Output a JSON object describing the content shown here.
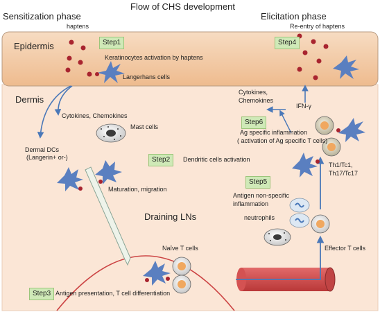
{
  "title": "Flow of CHS development",
  "phases": {
    "sensitization": "Sensitization phase",
    "elicitation": "Elicitation phase"
  },
  "layers": {
    "epidermis": "Epidermis",
    "dermis": "Dermis",
    "draining_lns": "Draining LNs"
  },
  "labels": {
    "haptens": "haptens",
    "reentry": "Re-entry of haptens",
    "keratinocytes": "Keratinocytes activation  by haptens",
    "langerhans": "Langerhans cells",
    "cytokines_chemokines": "Cytokines, Chemokines",
    "mast_cells": "Mast cells",
    "dermal_dcs_1": "Dermal DCs",
    "dermal_dcs_2": "(Langerin+ or-)",
    "dc_activation": "Dendritic cells activation",
    "maturation": "Maturation, migration",
    "naive_t": "Naïve T cells",
    "antigen_presentation": "Antigen presentation, T cell differentiation",
    "cytokines_2a": "Cytokines,",
    "cytokines_2b": "Chemokines",
    "ifn": "IFN-γ",
    "ag_specific_1": "Ag specific inflammation",
    "ag_specific_2": "( activation of Ag specific T cells)",
    "th": "Th1/Tc1,",
    "tc": "Th17/Tc17",
    "nonspecific_1": "Antigen non-specific",
    "nonspecific_2": "inflammation",
    "neutrophils": "neutrophils",
    "effector": "Effector T cells"
  },
  "steps": {
    "step1": "Step1",
    "step2": "Step2",
    "step3": "Step3",
    "step4": "Step4",
    "step5": "Step5",
    "step6": "Step6"
  },
  "colors": {
    "epidermis": "#f5cfa8",
    "dermis": "#fbe6d6",
    "arrow": "#4a78b8",
    "hapten": "#a8242f",
    "dc": "#5a7fc0"
  }
}
